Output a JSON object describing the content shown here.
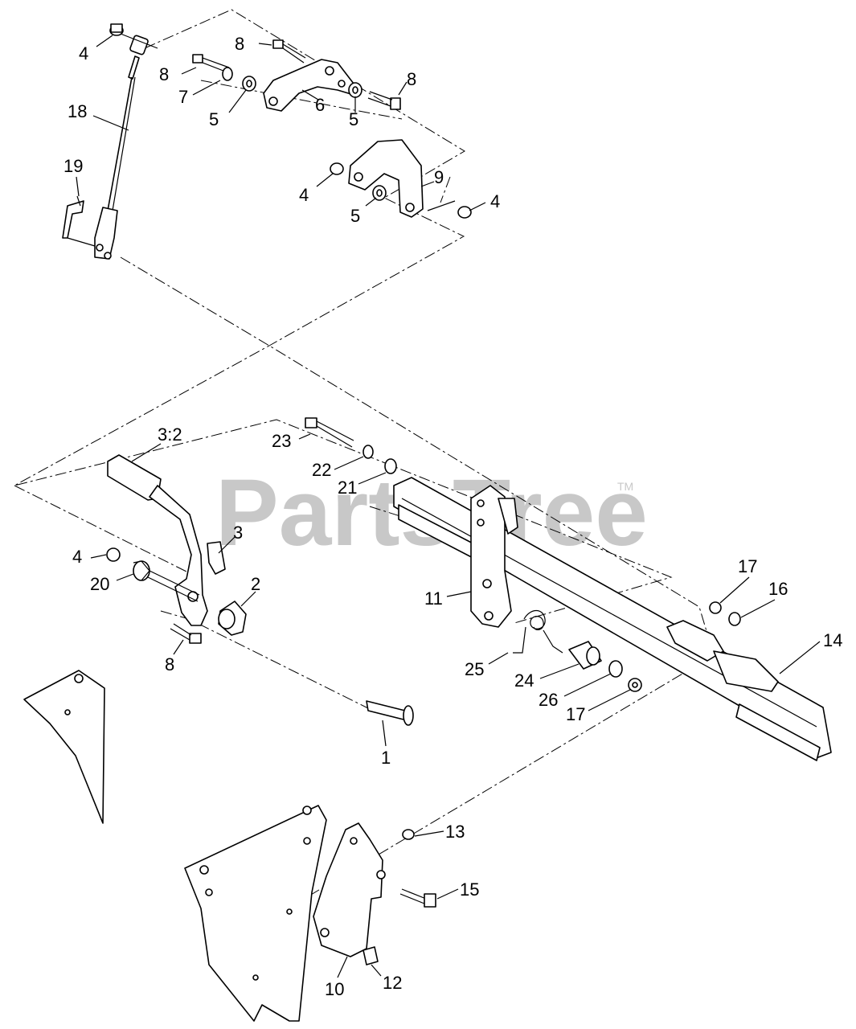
{
  "watermark": {
    "text": "PartsTree",
    "tm": "TM"
  },
  "callouts": [
    "4",
    "8",
    "8",
    "8",
    "7",
    "5",
    "6",
    "5",
    "18",
    "19",
    "9",
    "4",
    "4",
    "5",
    "3:2",
    "23",
    "22",
    "21",
    "3",
    "4",
    "20",
    "2",
    "8",
    "1",
    "11",
    "17",
    "16",
    "14",
    "25",
    "24",
    "26",
    "17",
    "13",
    "15",
    "12",
    "10"
  ]
}
